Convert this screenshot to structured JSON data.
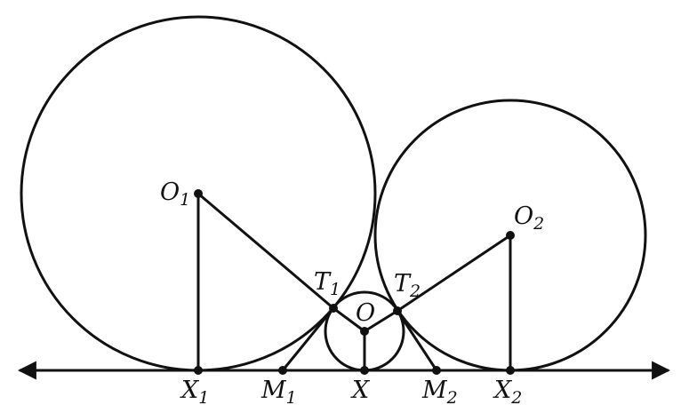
{
  "diagram": {
    "labels": {
      "O1": {
        "main": "O",
        "sub": "1"
      },
      "O2": {
        "main": "O",
        "sub": "2"
      },
      "T1": {
        "main": "T",
        "sub": "1"
      },
      "T2": {
        "main": "T",
        "sub": "2"
      },
      "O": {
        "main": "O",
        "sub": ""
      },
      "X1": {
        "main": "X",
        "sub": "1"
      },
      "M1": {
        "main": "M",
        "sub": "1"
      },
      "X": {
        "main": "X",
        "sub": ""
      },
      "M2": {
        "main": "M",
        "sub": "2"
      },
      "X2": {
        "main": "X",
        "sub": "2"
      }
    },
    "colors": {
      "ink": "#111111",
      "background": "#ffffff"
    }
  }
}
